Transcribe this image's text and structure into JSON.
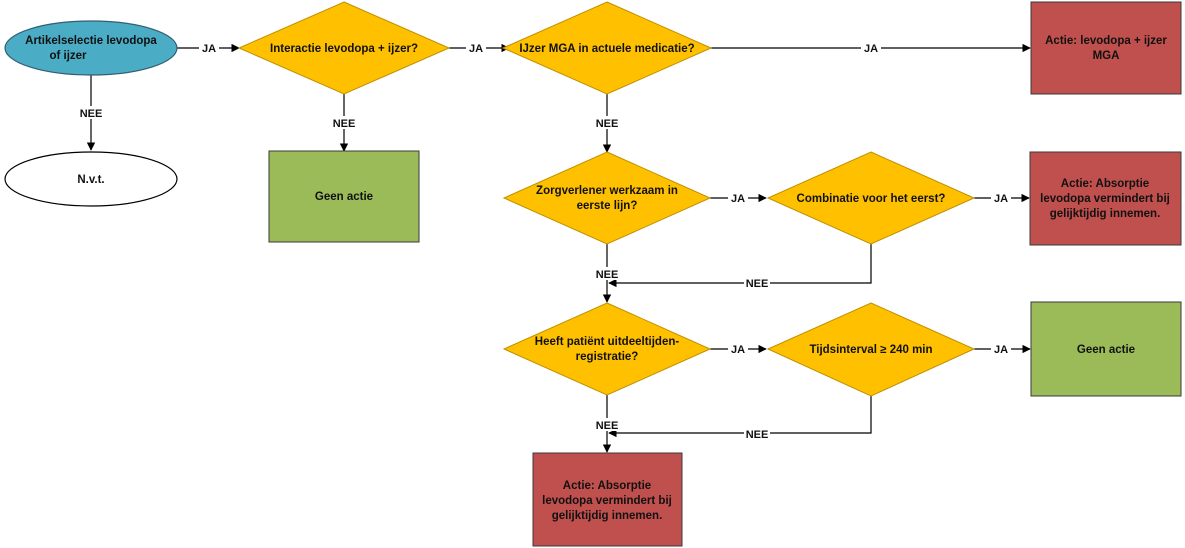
{
  "colors": {
    "start_fill": "#4bacc6",
    "decision_fill": "#ffc000",
    "decision_stroke": "#bf9000",
    "red_box": "#c0504d",
    "green_box": "#9bbb59",
    "box_stroke": "#3a3a3a"
  },
  "nodes": {
    "start": {
      "line1": "Artikelselectie levodopa",
      "line2": "of ijzer"
    },
    "nvt": {
      "line1": "N.v.t."
    },
    "d_interaction": {
      "line1": "Interactie levodopa + ijzer?"
    },
    "geen_actie_1": {
      "line1": "Geen actie"
    },
    "d_ijzer_mga": {
      "line1": "IJzer MGA in actuele medicatie?"
    },
    "actie_mga": {
      "line1": "Actie: levodopa + ijzer",
      "line2": "MGA"
    },
    "d_zorgverlener": {
      "line1": "Zorgverlener werkzaam in",
      "line2": "eerste lijn?"
    },
    "d_combinatie": {
      "line1": "Combinatie voor het eerst?"
    },
    "actie_absorptie_1": {
      "line1": "Actie: Absorptie",
      "line2": "levodopa vermindert bij",
      "line3": "gelijktijdig innemen."
    },
    "d_registratie": {
      "line1": "Heeft patiënt uitdeeltijden-",
      "line2": "registratie?"
    },
    "d_tijdsinterval": {
      "line1": "Tijdsinterval ≥ 240 min"
    },
    "geen_actie_2": {
      "line1": "Geen actie"
    },
    "actie_absorptie_2": {
      "line1": "Actie: Absorptie",
      "line2": "levodopa vermindert bij",
      "line3": "gelijktijdig innemen."
    }
  },
  "edges": {
    "start_to_interaction": "JA",
    "start_to_nvt": "NEE",
    "interaction_to_ijzer": "JA",
    "interaction_to_geen": "NEE",
    "ijzer_to_actie": "JA",
    "ijzer_to_zorg": "NEE",
    "zorg_to_combinatie": "JA",
    "combinatie_to_actie": "JA",
    "combinatie_back": "NEE",
    "zorg_to_registratie": "NEE",
    "registratie_to_tijd": "JA",
    "tijd_to_geen": "JA",
    "tijd_back": "NEE",
    "registratie_to_actie": "NEE"
  }
}
